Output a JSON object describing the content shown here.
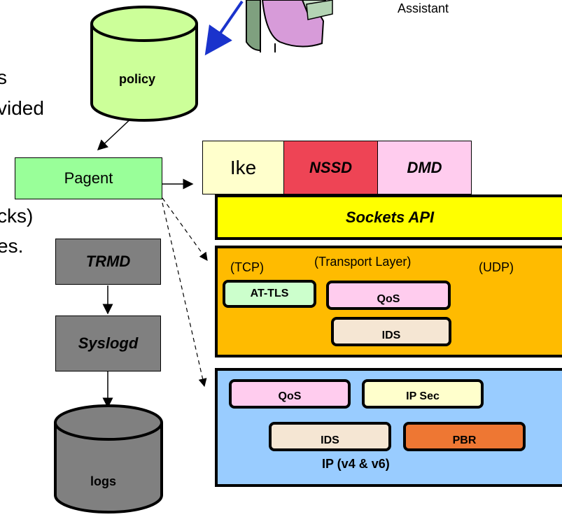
{
  "assistant_label": "Assistant",
  "cut_off_text": {
    "line1": "s",
    "line2": "vided",
    "line3": "cks)",
    "line4": "es."
  },
  "policy_db": {
    "label": "policy",
    "color": "#ccff99"
  },
  "logs_db": {
    "label": "logs",
    "color": "#808080"
  },
  "pagent": {
    "label": "Pagent",
    "color": "#99ff99"
  },
  "trmd": {
    "label": "TRMD"
  },
  "syslogd": {
    "label": "Syslogd"
  },
  "top_apps": {
    "ike": {
      "label": "Ike",
      "color": "#ffffcc"
    },
    "nssd": {
      "label": "NSSD",
      "color": "#ee4455"
    },
    "dmd": {
      "label": "DMD",
      "color": "#ffccee"
    }
  },
  "sockets_api": {
    "label": "Sockets API",
    "color": "#ffff00"
  },
  "transport_layer": {
    "title": "(Transport Layer)",
    "tcp": "(TCP)",
    "udp": "(UDP)",
    "color": "#ffbb00",
    "at_tls": "AT-TLS",
    "qos": "QoS",
    "ids": "IDS"
  },
  "ip_layer": {
    "title": "IP (v4 & v6)",
    "color": "#99ccff",
    "qos": "QoS",
    "ipsec": "IP Sec",
    "ids": "IDS",
    "pbr": "PBR",
    "pbr_color": "#ee7733"
  }
}
